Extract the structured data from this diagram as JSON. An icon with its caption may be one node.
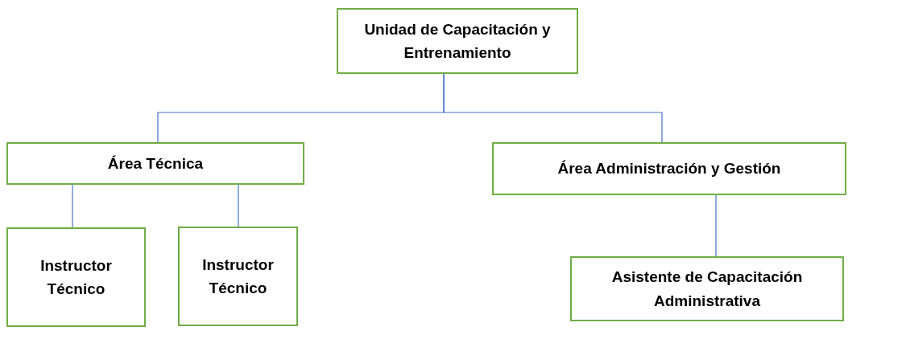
{
  "diagram": {
    "nodes": [
      {
        "text": [
          "Unidad de Capacitación y Entrenamiento"
        ]
      },
      {
        "text": [
          "Área Técnica"
        ]
      },
      {
        "text": [
          "Área Administración y Gestión"
        ]
      },
      {
        "text": [
          "Instructor Técnico"
        ]
      },
      {
        "text": [
          "Instructor Técnico"
        ]
      },
      {
        "text": [
          "Asistente de Capacitación Administrativa"
        ]
      }
    ],
    "edges": [
      {
        "from": 0,
        "to": 1,
        "arrow": "none"
      },
      {
        "from": 0,
        "to": 2,
        "arrow": "none"
      },
      {
        "from": 1,
        "to": 3,
        "arrow": "none"
      },
      {
        "from": 1,
        "to": 4,
        "arrow": "none"
      },
      {
        "from": 2,
        "to": 5,
        "arrow": "none"
      }
    ]
  }
}
